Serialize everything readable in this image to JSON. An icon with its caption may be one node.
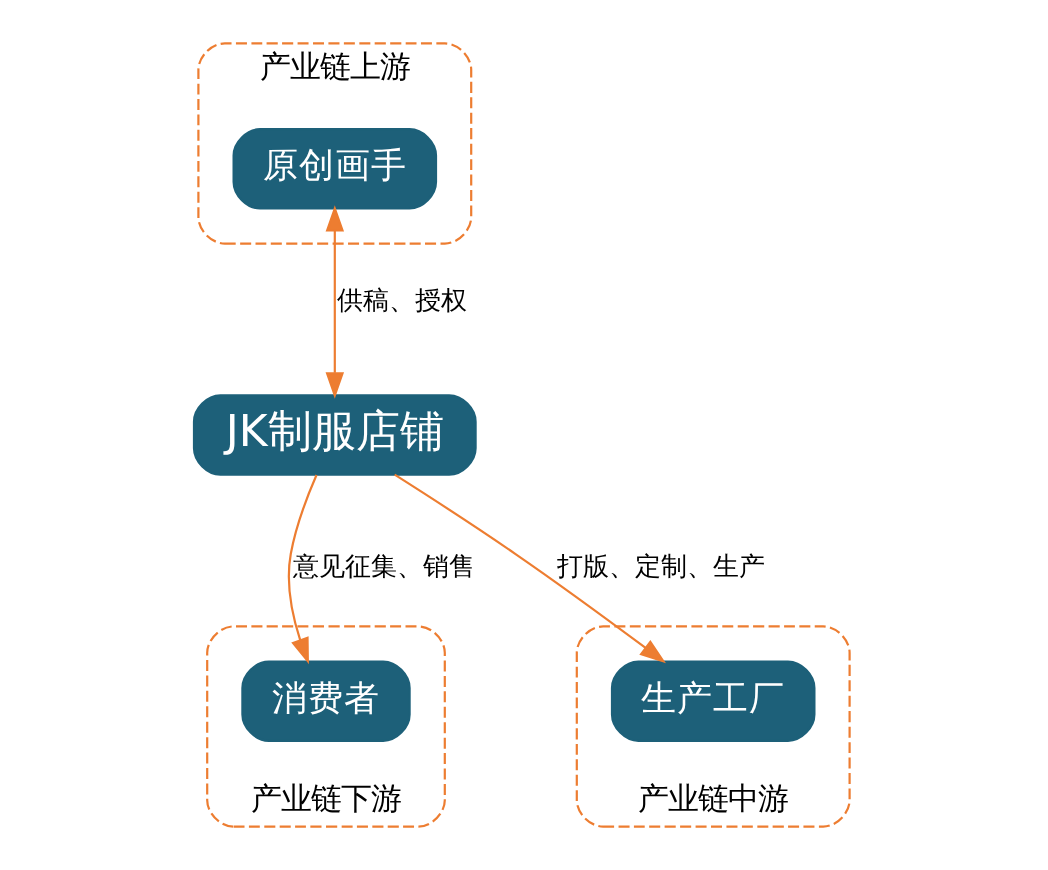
{
  "diagram": {
    "nodes": [
      {
        "text": [
          "产业链上游"
        ]
      },
      {
        "text": [
          "原创画手"
        ],
        "in": 0
      },
      {
        "text": [
          "JK制服店铺"
        ]
      },
      {
        "text": [
          "产业链下游"
        ]
      },
      {
        "text": [
          "消费者"
        ],
        "in": 3
      },
      {
        "text": [
          "产业链中游"
        ]
      },
      {
        "text": [
          "生产工厂"
        ],
        "in": 5
      }
    ],
    "edges": [
      {
        "from": 1,
        "to": 2,
        "arrow": "both",
        "label": "供稿、授权"
      },
      {
        "from": 2,
        "to": 4,
        "arrow": "to",
        "label": "意见征集、销售"
      },
      {
        "from": 2,
        "to": 6,
        "arrow": "to",
        "label": "打版、定制、生产"
      }
    ]
  }
}
